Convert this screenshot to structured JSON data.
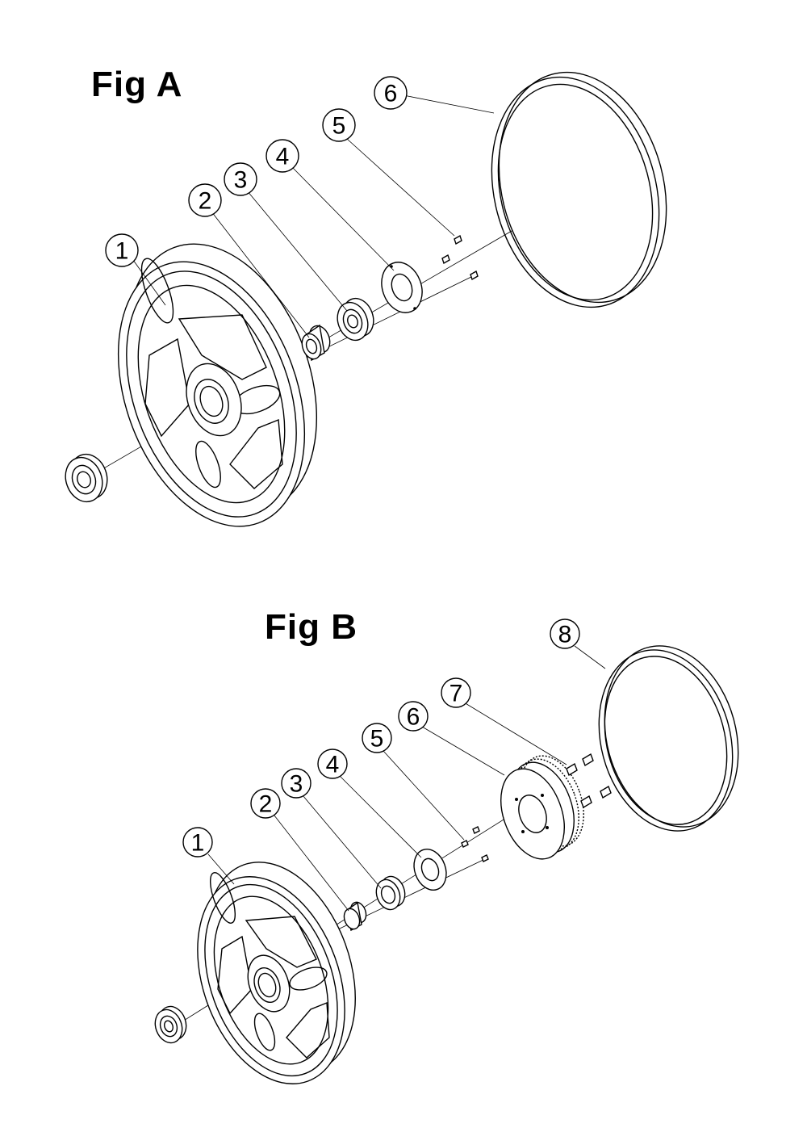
{
  "figures": [
    {
      "title": "Fig A",
      "callouts": [
        "1",
        "2",
        "3",
        "4",
        "5",
        "6"
      ]
    },
    {
      "title": "Fig B",
      "callouts": [
        "1",
        "2",
        "3",
        "4",
        "5",
        "6",
        "7",
        "8"
      ]
    }
  ]
}
